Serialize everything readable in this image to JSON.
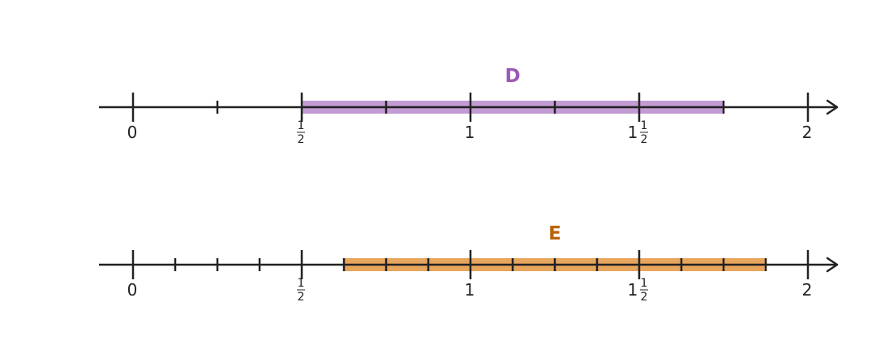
{
  "number_lines": [
    {
      "label": "D",
      "label_color": "#9b59b6",
      "segment_color": "#c39bd3",
      "segment": [
        0.5,
        1.75
      ],
      "range": [
        0,
        2
      ],
      "tick_step": 0.25,
      "tick_labels": [
        {
          "value": 0,
          "whole": "0"
        },
        {
          "value": 0.5,
          "num": "1",
          "den": "2"
        },
        {
          "value": 1,
          "whole": "1"
        },
        {
          "value": 1.5,
          "whole": "1",
          "num": "1",
          "den": "2"
        },
        {
          "value": 2,
          "whole": "2"
        }
      ]
    },
    {
      "label": "E",
      "label_color": "#b9650a",
      "segment_color": "#e8a55c",
      "segment": [
        0.625,
        1.875
      ],
      "range": [
        0,
        2
      ],
      "tick_step": 0.125,
      "tick_labels": [
        {
          "value": 0,
          "whole": "0"
        },
        {
          "value": 0.5,
          "num": "1",
          "den": "2"
        },
        {
          "value": 1,
          "whole": "1"
        },
        {
          "value": 1.5,
          "whole": "1",
          "num": "1",
          "den": "2"
        },
        {
          "value": 2,
          "whole": "2"
        }
      ]
    }
  ]
}
